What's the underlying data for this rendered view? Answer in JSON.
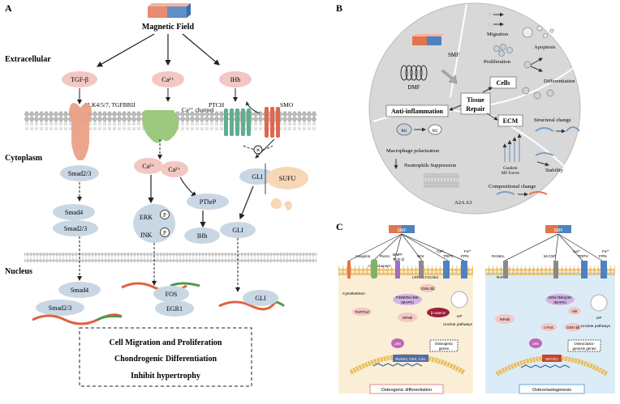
{
  "panelA": {
    "letter": "A",
    "magnetic_field": "Magnetic Field",
    "extracellular": "Extracellular",
    "cytoplasm": "Cytoplasm",
    "nucleus": "Nucleus",
    "tgf": "TGF-β",
    "ca_ext": "Ca²⁺",
    "ihh_ext": "IHh",
    "alk": "ALK4/5/7, TGFBRII",
    "ca_channel": "Ca²⁺ channel",
    "ptch": "PTCH",
    "smo": "SMO",
    "smad23_cyto": "Smad2/3",
    "smad4_cyto": "Smad4",
    "smad23_cyto2": "Smad2/3",
    "ca_in1": "Ca²⁺",
    "ca_in2": "Ca²⁺",
    "erk": "ERK",
    "jnk": "JNK",
    "p": "P",
    "pthrp": "PThrP",
    "ihh_in": "IHh",
    "gli_cyto": "GLI",
    "sufu": "SUFU",
    "gli_cyto2": "GLI",
    "smad4_nuc": "Smad4",
    "smad23_nuc": "Smad2/3",
    "fos": "FOS",
    "egr1": "EGR1",
    "gli_nuc": "GLI",
    "outcome1": "Cell Migration and Proliferation",
    "outcome2": "Chondrogenic Differentiation",
    "outcome3": "Inhibit hypertrophy"
  },
  "panelB": {
    "letter": "B",
    "smf": "SMF",
    "dmf": "DMF",
    "cells": "Cells",
    "tissue_repair_1": "Tissue",
    "tissue_repair_2": "Repair",
    "anti_inflammation": "Anti-inflammation",
    "ecm": "ECM",
    "migration": "Migration",
    "apoptosis": "Apoptosis",
    "proliferation": "Proliferation",
    "differentiation": "Differentiation",
    "macrophage": "Macrophage polarization",
    "neutrophils": "Neutrophils Suppression",
    "a2a": "A2A A3",
    "structural": "Structural change",
    "gradient1": "Gradient",
    "gradient2": "MF Forces",
    "stability": "Stability",
    "compositional": "Compositional change",
    "m1": "M1",
    "m2": "M2"
  },
  "panelC": {
    "letter": "C",
    "smf_left": "SMF",
    "smf_right": "SMF",
    "integrins": "Integrins",
    "piezo": "Piezo",
    "bmp": "BMP/",
    "tgf": "TGF-β",
    "wnt": "Wnt",
    "trpv": "TRPV",
    "fpn": "FPN",
    "ca_channel": "Ca²⁺ channel",
    "lrp": "LRP5/6",
    "frizzled": "Frizzled",
    "gsk_left": "GSK-3β",
    "cytoskeleton": "Cytoskeleton",
    "p38": "P38/ERK/JNK",
    "mapk_left": "(MAPK)",
    "taz": "TAP/TAZ",
    "nfkb_left": "NFκB",
    "bcat": "β-catenin",
    "lip_left": "LIP",
    "unclear_left": "Unclear pathways",
    "runx": "RUNX2, OSX, Col1",
    "osteo_genes1": "Osteogenic",
    "osteo_genes2": "genes",
    "osteo_diff": "Osteogenic differentiation",
    "rankl": "RANKL",
    "rank": "RANK",
    "mcsf": "M-CSF",
    "trpv_r": "TRPV",
    "fpn_r": "FPN",
    "erk_r": "ERK/JNK/p38",
    "mapk_r": "(MAPK)",
    "akt": "Akt",
    "nfkb_r": "NFκB",
    "cfos": "c-Fos",
    "gsk_r": "GSK-3β",
    "lip_r": "LIP",
    "unclear_r": "Unclear pathways",
    "nfatc1": "NFATc1",
    "osteoclasto_genes1": "Osteoclasto-",
    "osteoclasto_genes2": "genesis genes",
    "osteoclasto": "Osteoclastogenesis",
    "p65": "p65",
    "ca_sym": "Ca²⁺",
    "fe_sym": "Fe²⁺"
  },
  "colors": {
    "pink_node": "#f3c7c3",
    "blue_node": "#c9d7e4",
    "tgf_receptor": "#ea9e84",
    "ca_channel": "#9cc97e",
    "ptch": "#5fae8f",
    "smo": "#e2664e",
    "sufu": "#f7d7b5",
    "circle_bg": "#d8d8d8",
    "osteo_bg": "#fbeed6",
    "clast_bg": "#dcecf7",
    "smf_red": "#e2744c",
    "smf_blue": "#4f82c0"
  }
}
